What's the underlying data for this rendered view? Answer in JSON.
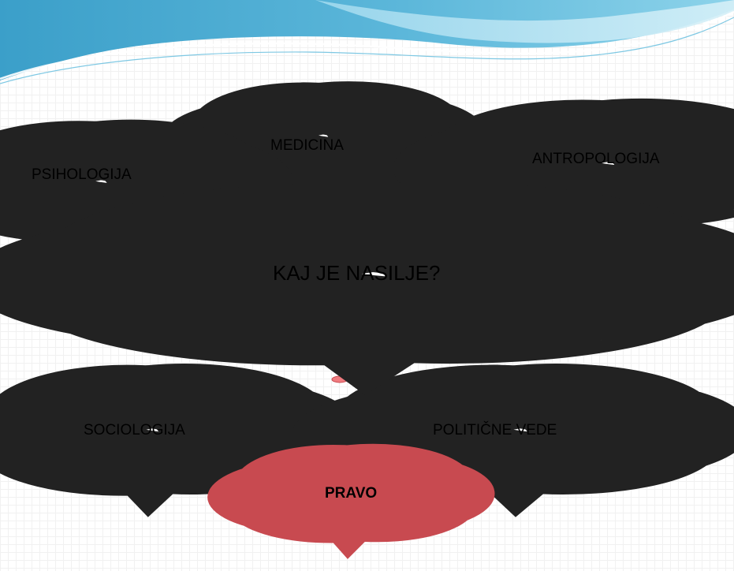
{
  "slide": {
    "center_question": "KAJ JE NASILJE?",
    "disciplines": {
      "medicina": "MEDICINA",
      "psihologija": "PSIHOLOGIJA",
      "antropologija": "ANTROPOLOGIJA",
      "sociologija": "SOCIOLOGIJA",
      "politicne_vede": "POLITIČNE VEDE",
      "pravo": "PRAVO"
    }
  },
  "colors": {
    "banner_dark": "#3aa6cf",
    "banner_light": "#a6def0",
    "cloud_fill": "#ffffff",
    "cloud_stroke": "#222222",
    "highlight_fill": "#f07c80",
    "highlight_stroke": "#c84a50"
  }
}
